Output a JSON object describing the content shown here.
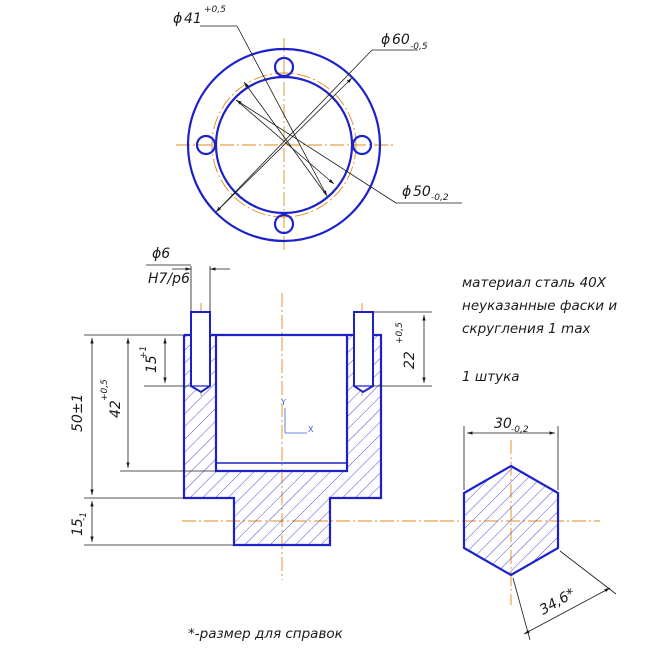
{
  "top_view": {
    "dim_bore": {
      "symbol": "ϕ",
      "value": "41",
      "tol": "+0,5"
    },
    "dim_outer": {
      "symbol": "ϕ",
      "value": "60",
      "tol": "-0,5"
    },
    "dim_pcd": {
      "symbol": "ϕ",
      "value": "50",
      "tol": "-0,2"
    }
  },
  "section_view": {
    "pin_diameter": "ϕ6",
    "pin_fit": "H7/p6",
    "dim_total_height": "50±1",
    "dim_flange": {
      "value": "15",
      "tol": "-1"
    },
    "dim_bore_depth": {
      "value": "42",
      "tol": "+0,5"
    },
    "dim_pin_left": {
      "value": "15",
      "tol": "+1"
    },
    "dim_pin_right": {
      "value": "22",
      "tol": "+0,5"
    },
    "axis_y": "Y",
    "axis_x": "X"
  },
  "hex_view": {
    "dim_flats": {
      "value": "30",
      "tol": "-0,2"
    },
    "dim_corners": "34,6*"
  },
  "notes": {
    "line1": "материал сталь 40Х",
    "line2": "неуказанные фаски и",
    "line3": "скругления 1 max",
    "line4": "1 штука"
  },
  "footnote": "*-размер для справок",
  "colors": {
    "contour": "#1c22c8",
    "centerline": "#e08a1e",
    "dimension": "#1a1a1a"
  }
}
